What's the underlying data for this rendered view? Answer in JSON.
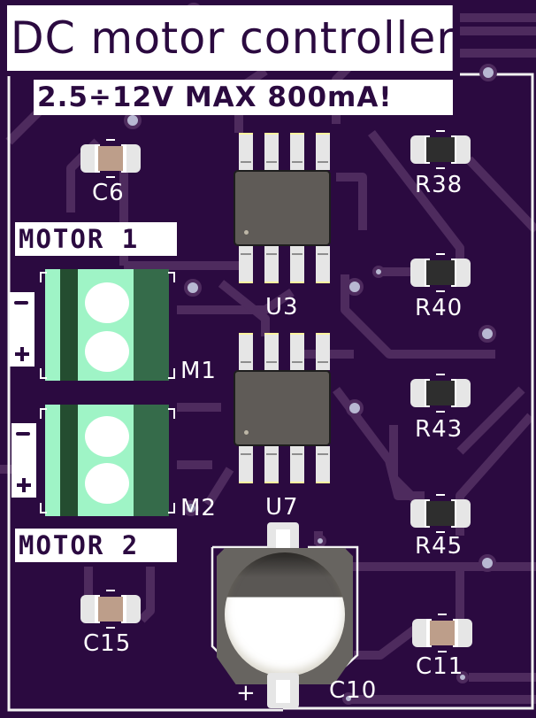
{
  "board": {
    "title": "DC motor controller",
    "subtitle": "2.5÷12V MAX  800mA!",
    "colors": {
      "substrate": "#2b0a40",
      "trace": "#4e2b5e",
      "silkscreen": "#ffffff",
      "via": "#b8b8d2",
      "terminal_light": "#9ff4c6",
      "terminal_dark": "#356b4a",
      "ic_body": "#5f5b57",
      "resistor_body": "#2e2e2e",
      "capacitor_body": "#bd9e8a"
    }
  },
  "labels": {
    "motor1": "MOTOR 1",
    "motor2": "MOTOR 2",
    "polarity_minus": "−",
    "polarity_plus": "+"
  },
  "components": {
    "c6": "C6",
    "c15": "C15",
    "c11": "C11",
    "c10": "C10",
    "c10_polarity": "+",
    "u3": "U3",
    "u7": "U7",
    "r38": "R38",
    "r40": "R40",
    "r43": "R43",
    "r45": "R45",
    "m1": "M1",
    "m2": "M2"
  }
}
